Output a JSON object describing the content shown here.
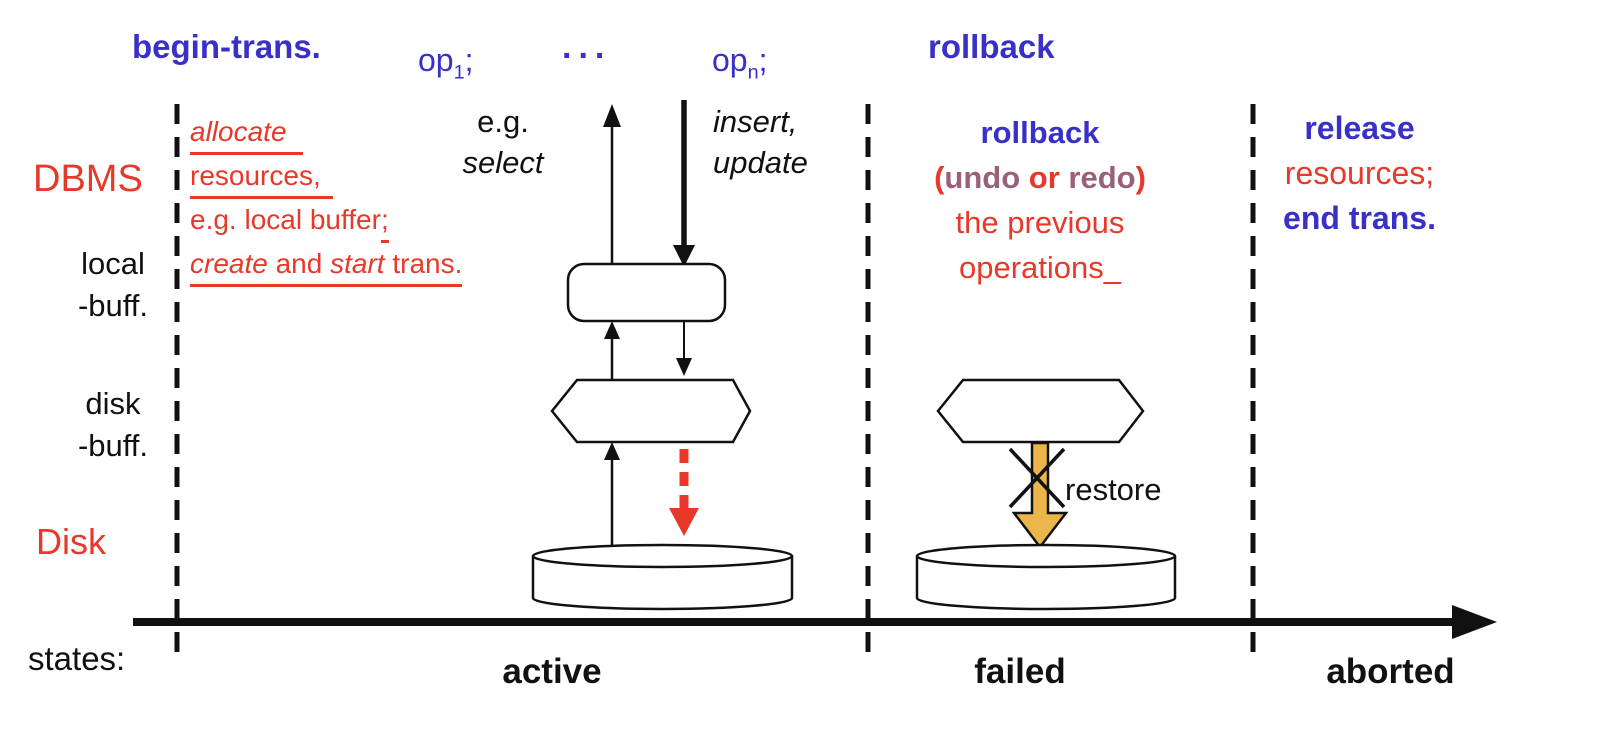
{
  "colors": {
    "blue": "#3930C8",
    "red": "#E8382A",
    "mauve": "#9A5F7B",
    "gold": "#EBB54A",
    "black": "#111111"
  },
  "header": {
    "begin_trans": "begin-trans.",
    "op1": {
      "base": "op",
      "sub": "1",
      "suffix": ";"
    },
    "ellipsis": "...",
    "opn": {
      "base": "op",
      "sub": "n",
      "suffix": ";"
    },
    "rollback": "rollback"
  },
  "layers": {
    "dbms": "DBMS",
    "local_buff": [
      "local",
      "-buff."
    ],
    "disk_buff": [
      "disk",
      "-buff."
    ],
    "disk": "Disk"
  },
  "begin_note": {
    "line1": "allocate",
    "line2": "resources,",
    "line3_text": "e.g. local buffer",
    "line3_semicolon": ";",
    "line4_create": "create",
    "line4_and": " and ",
    "line4_start": "start",
    "line4_trans": " trans."
  },
  "active": {
    "read_example_line1": "e.g.",
    "read_example_line2": "select",
    "write_example_line1": "insert,",
    "write_example_line2": "update"
  },
  "failed": {
    "rollback": "rollback",
    "paren_open": "(",
    "undo": "undo",
    "or": " or ",
    "redo": "redo",
    "paren_close": ")",
    "line3": "the previous",
    "line4": "operations",
    "line4_mark": "_",
    "restore": "restore"
  },
  "aborted": {
    "release": "release",
    "resources": "resources;",
    "end_trans": "end trans."
  },
  "timeline": {
    "states_label": "states:",
    "active_state": "active",
    "failed_state": "failed",
    "aborted_state": "aborted"
  }
}
